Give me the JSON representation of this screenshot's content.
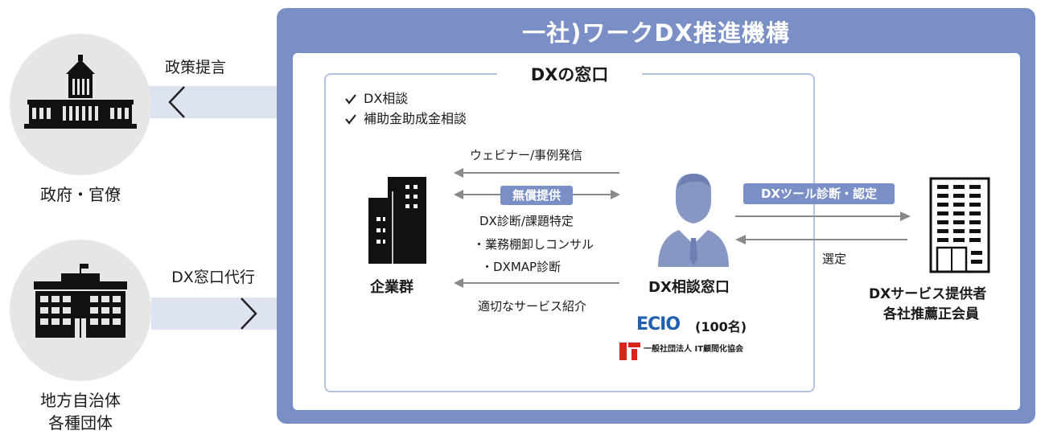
{
  "government": {
    "label": "政府・官僚",
    "arrow_label": "政策提言"
  },
  "local": {
    "label_line1": "地方自治体",
    "label_line2": "各種団体",
    "arrow_label": "DX窓口代行"
  },
  "org": {
    "title": "一社)ワークDX推進機構"
  },
  "window": {
    "title": "DXの窓口",
    "checks": [
      "DX相談",
      "補助金助成金相談"
    ]
  },
  "companies": {
    "label": "企業群"
  },
  "flows": {
    "webinar": "ウェビナー/事例発信",
    "free_badge": "無償提供",
    "diagnosis": "DX診断/課題特定",
    "bullet1": "・業務棚卸しコンサル",
    "bullet2": "・DXMAP診断",
    "intro": "適切なサービス紹介"
  },
  "consult": {
    "label": "DX相談窓口",
    "ecio_logo": "ECIO",
    "ecio_count": "(100名)",
    "it_logo_text": "一般社団法人 IT顧問化協会"
  },
  "provider": {
    "tool_badge": "DXツール診断・認定",
    "select": "選定",
    "label_line1": "DXサービス提供者",
    "label_line2": "各社推薦正会員"
  },
  "icons": {
    "government": "parliament-building-icon",
    "local": "government-office-icon",
    "companies": "skyscrapers-icon",
    "consult": "businessman-icon",
    "provider": "office-building-icon",
    "check": "checkmark-icon"
  },
  "colors": {
    "org_blue": "#7b8fc7",
    "band": "#dde3f1",
    "circle": "#e6e6e6",
    "arrow": "#8a8a8a",
    "ecio_blue": "#1f5fae",
    "it_red": "#d7261e"
  }
}
